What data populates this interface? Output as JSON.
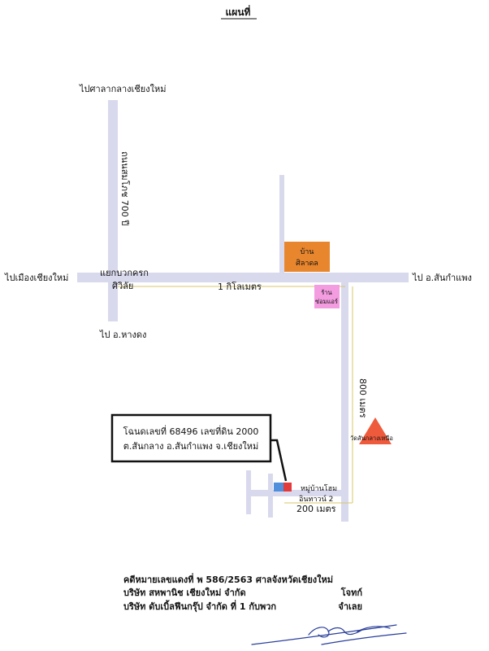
{
  "map": {
    "title": "แผนที่",
    "labels": {
      "to_govt_center": "ไปศาลากลางเชียงใหม่",
      "road_name": "ถนนสมโภช 700 ปี",
      "to_city": "ไปเมืองเชียงใหม่",
      "junction_line1": "แยกบวกครก",
      "junction_line2": "ศิวิลัย",
      "distance_1km": "1 กิโลเมตร",
      "to_hangdong": "ไป อ.หางดง",
      "to_sankamphaeng": "ไป อ.สันกำแพง",
      "landmark_house_line1": "บ้าน",
      "landmark_house_line2": "ศิลาดล",
      "shop_line1": "ร้าน",
      "shop_line2": "ซ่อมแอร์",
      "distance_800m": "800 เมตร",
      "temple": "วัดสันกลางเหนือ",
      "village_line1": "หมู่บ้านโฮม",
      "village_line2": "อินทาวน์ 2",
      "distance_200m": "200 เมตร"
    },
    "property_box": {
      "line1": "โฉนดเลขที่ 68496 เลขที่ดิน 2000",
      "line2": "ต.สันกลาง อ.สันกำแพง จ.เชียงใหม่"
    },
    "colors": {
      "road": "#d9d9ee",
      "orange_box": "#e8862e",
      "pink_box": "#f39ce0",
      "temple_triangle": "#ee5a3c",
      "plot_blue": "#4f8fdc",
      "plot_red": "#e23b3b",
      "distance_line": "#d8c76a"
    }
  },
  "footer": {
    "case_prefix": "คดีหมายเลขแดงที่  พ 586/2563  ศาลจังหวัดเชียงใหม่",
    "line2_left": "บริษัท สหพานิช เชียงใหม่ จำกัด",
    "line2_right": "โจทก์",
    "line3_left": "บริษัท ดับเบิ้ลฟีนกรุ๊ป จำกัด ที่ 1 กับพวก",
    "line3_right": "จำเลย"
  }
}
